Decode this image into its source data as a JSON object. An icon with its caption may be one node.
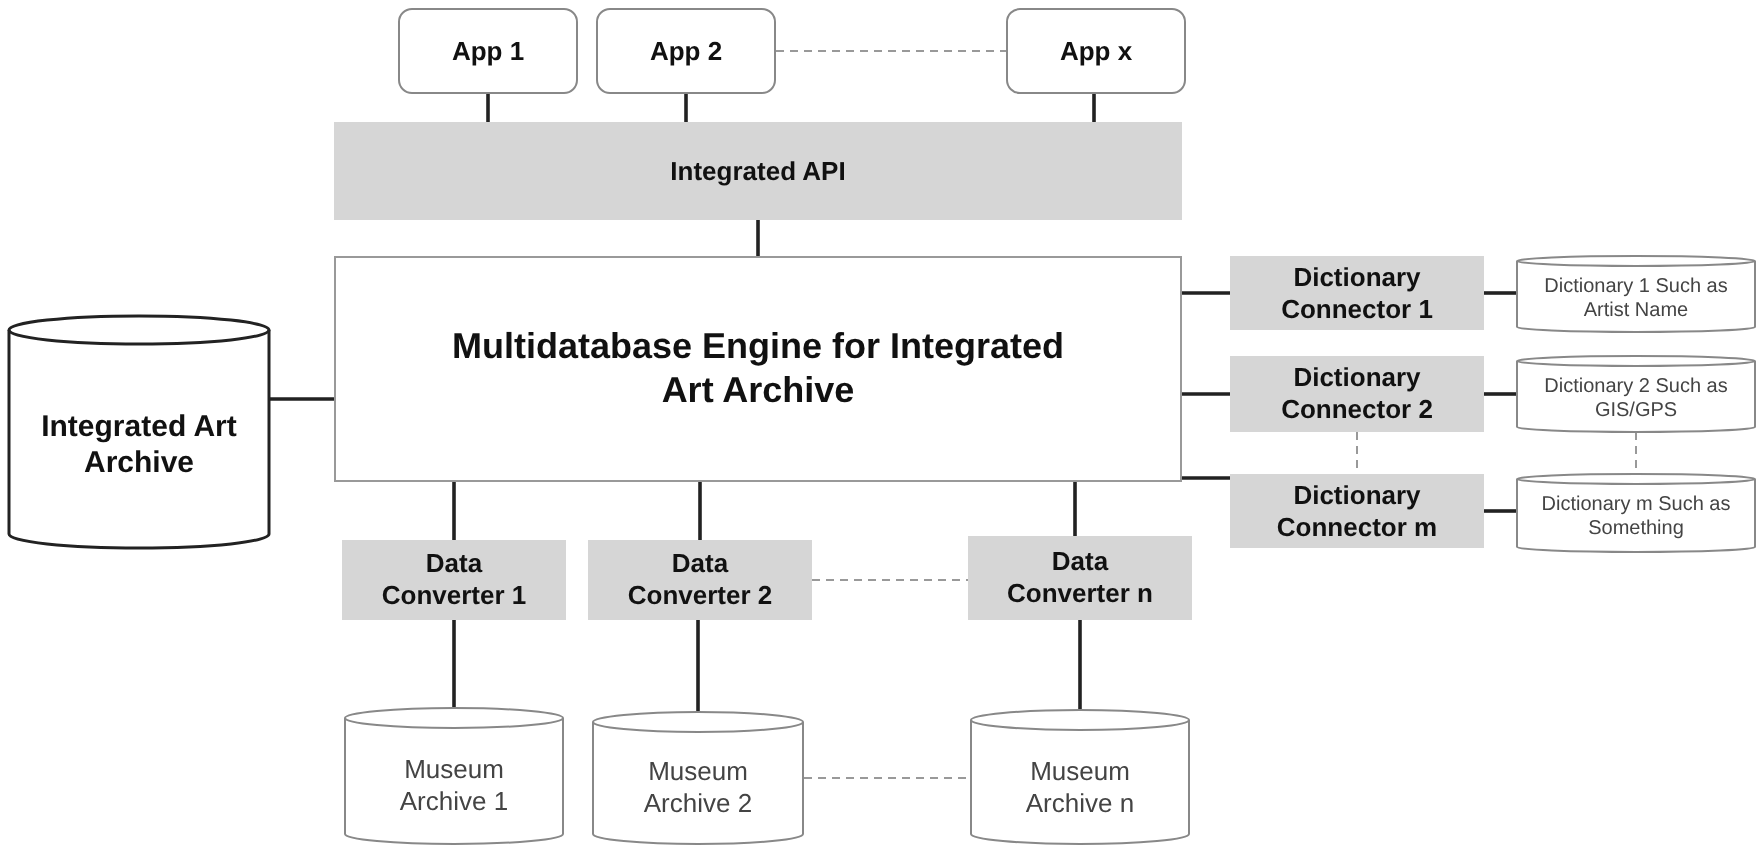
{
  "diagram": {
    "nodes": [
      {
        "text": [
          "App 1"
        ]
      },
      {
        "text": [
          "App 2"
        ]
      },
      {
        "text": [
          "App x"
        ]
      },
      {
        "text": [
          "Integrated API"
        ]
      },
      {
        "text": [
          "Integrated Art Archive"
        ]
      },
      {
        "text": [
          "Multidatabase Engine for Integrated Art Archive"
        ]
      },
      {
        "text": [
          "Dictionary Connector 1"
        ]
      },
      {
        "text": [
          "Dictionary Connector 2"
        ]
      },
      {
        "text": [
          "Dictionary Connector m"
        ]
      },
      {
        "text": [
          "Dictionary 1 Such as Artist Name"
        ]
      },
      {
        "text": [
          "Dictionary 2 Such as GIS/GPS"
        ]
      },
      {
        "text": [
          "Dictionary m Such as Something"
        ]
      },
      {
        "text": [
          "Data Converter 1"
        ]
      },
      {
        "text": [
          "Data Converter 2"
        ]
      },
      {
        "text": [
          "Data Converter n"
        ]
      },
      {
        "text": [
          "Museum Archive 1"
        ]
      },
      {
        "text": [
          "Museum Archive 2"
        ]
      },
      {
        "text": [
          "Museum Archive n"
        ]
      }
    ],
    "edges": [
      {
        "from": 0,
        "to": 3,
        "arrow": "none"
      },
      {
        "from": 1,
        "to": 3,
        "arrow": "none"
      },
      {
        "from": 2,
        "to": 3,
        "arrow": "none"
      },
      {
        "from": 1,
        "to": 2,
        "arrow": "none",
        "style": "dashed",
        "color": "#999999"
      },
      {
        "from": 3,
        "to": 5,
        "arrow": "none"
      },
      {
        "from": 4,
        "to": 5,
        "arrow": "none"
      },
      {
        "from": 5,
        "to": 6,
        "arrow": "none"
      },
      {
        "from": 5,
        "to": 7,
        "arrow": "none"
      },
      {
        "from": 5,
        "to": 8,
        "arrow": "none"
      },
      {
        "from": 6,
        "to": 9,
        "arrow": "none"
      },
      {
        "from": 7,
        "to": 10,
        "arrow": "none"
      },
      {
        "from": 8,
        "to": 11,
        "arrow": "none"
      },
      {
        "from": 7,
        "to": 8,
        "arrow": "none",
        "style": "dashed",
        "color": "#999999"
      },
      {
        "from": 10,
        "to": 11,
        "arrow": "none",
        "style": "dashed",
        "color": "#999999"
      },
      {
        "from": 5,
        "to": 12,
        "arrow": "none"
      },
      {
        "from": 5,
        "to": 13,
        "arrow": "none"
      },
      {
        "from": 5,
        "to": 14,
        "arrow": "none"
      },
      {
        "from": 13,
        "to": 14,
        "arrow": "none",
        "style": "dashed",
        "color": "#999999"
      },
      {
        "from": 12,
        "to": 15,
        "arrow": "none"
      },
      {
        "from": 13,
        "to": 16,
        "arrow": "none"
      },
      {
        "from": 14,
        "to": 17,
        "arrow": "none"
      },
      {
        "from": 16,
        "to": 17,
        "arrow": "none",
        "style": "dashed",
        "color": "#999999"
      }
    ]
  }
}
